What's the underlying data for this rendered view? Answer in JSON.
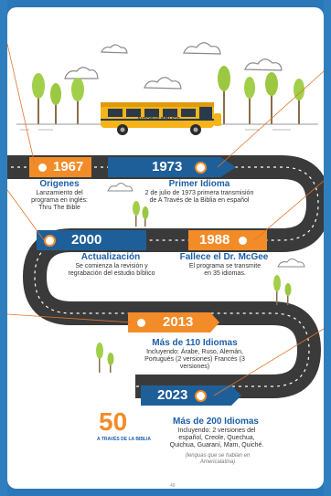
{
  "bus": {
    "label": "AUTOBUS BIBLICO"
  },
  "timeline": [
    {
      "year": "1967",
      "title": "Origenes",
      "body": "Lanzamiento del programa en inglés: Thru The Bible"
    },
    {
      "year": "1973",
      "title": "Primer Idioma",
      "body": "2 de julio de 1973 primera transmisión de A Través de la Biblia en español"
    },
    {
      "year": "2000",
      "title": "Actualización",
      "body": "Se comienza la revisión y regrabación del estudio bíblico"
    },
    {
      "year": "1988",
      "title": "Fallece el Dr. McGee",
      "body": "El programa se transmite en 35 idiomas."
    },
    {
      "year": "2013",
      "title": "Más de 110 Idiomas",
      "body": "Incluyendo: Árabe, Ruso, Alemán, Portugués (2 versiones) Francés (3 versiones)"
    },
    {
      "year": "2023",
      "title": "Más de 200 Idiomas",
      "body": "Incluyendo: 2 versiones del español, Creole, Quechua, Quichua, Guaraní, Mam, Quiché.",
      "note": "(lenguas que se hablan en Americalatina)"
    }
  ],
  "logo": {
    "number": "50",
    "subtitle": "A TRAVÉS DE LA BIBLIA"
  },
  "page_number": "48",
  "colors": {
    "frame": "#2a78b8",
    "orange": "#f28c28",
    "navy": "#1f5f99",
    "title_blue": "#1c5fa8",
    "road": "#3a3a3a",
    "tree": "#8bc34a"
  }
}
